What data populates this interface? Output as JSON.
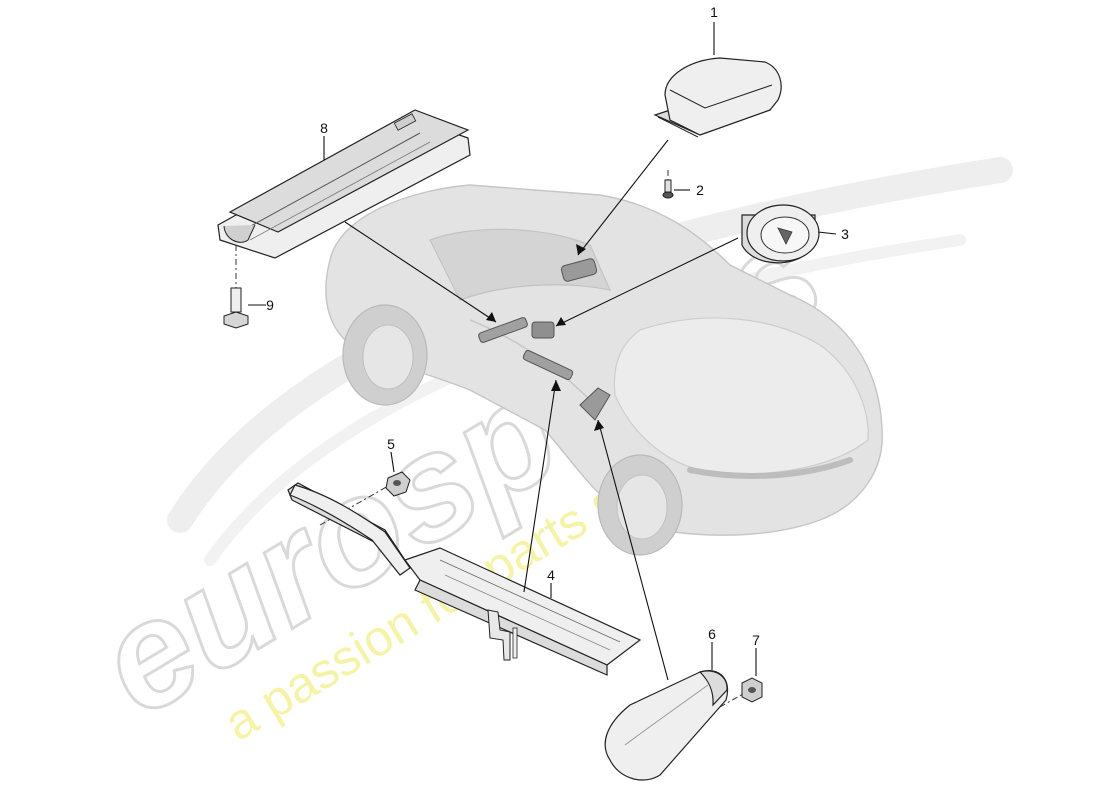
{
  "diagram": {
    "callouts": [
      {
        "id": "1",
        "label": "1"
      },
      {
        "id": "2",
        "label": "2"
      },
      {
        "id": "3",
        "label": "3"
      },
      {
        "id": "4",
        "label": "4"
      },
      {
        "id": "5",
        "label": "5"
      },
      {
        "id": "6",
        "label": "6"
      },
      {
        "id": "7",
        "label": "7"
      },
      {
        "id": "8",
        "label": "8"
      },
      {
        "id": "9",
        "label": "9"
      }
    ]
  },
  "watermark": {
    "logo_text": "eurospares",
    "tagline": "a passion for parts since 1985",
    "logo_color": "#d9d9d9",
    "tagline_color": "#f4f19a"
  }
}
